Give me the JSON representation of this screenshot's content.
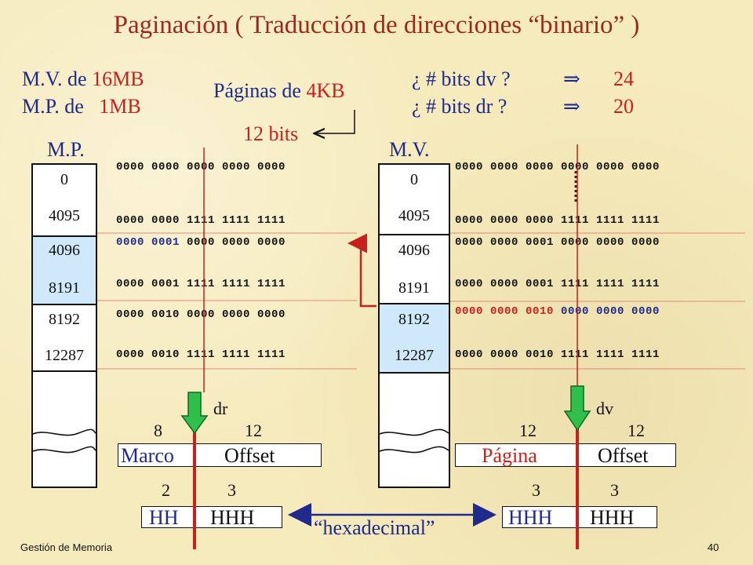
{
  "title": "Paginación ( Traducción de direcciones “binario” )",
  "left_info": {
    "mv_prefix": "M.V. de ",
    "mv_value": "16MB",
    "mp_prefix": "M.P. de ",
    "mp_value": "1MB"
  },
  "pages_info": {
    "prefix": "Páginas de ",
    "value": "4KB",
    "bits": "12 bits"
  },
  "right_info": {
    "q_dv": "¿ # bits dv ?",
    "q_dr": "¿ # bits dr ?",
    "arrow": "⇒",
    "ans_dv": "24",
    "ans_dr": "20"
  },
  "mp": {
    "label": "M.P.",
    "cells": [
      "0",
      "4095",
      "4096",
      "8191",
      "8192",
      "12287"
    ],
    "binary": {
      "b0": "0000 0000 0000 0000 0000",
      "b4095": "0000 0000 1111 1111 1111",
      "b4096_a": "0000 0001",
      "b4096_b": " 0000 0000 0000",
      "b8191": "0000 0001 1111 1111 1111",
      "b8192": "0000 0010 0000 0000 0000",
      "b12287": "0000 0010 1111 1111 1111"
    }
  },
  "mv": {
    "label": "M.V.",
    "cells": [
      "0",
      "4095",
      "4096",
      "8191",
      "8192",
      "12287"
    ],
    "binary": {
      "b0": "0000 0000 0000 0000 0000 0000",
      "b4095": "0000 0000 0000 1111 1111 1111",
      "b4096": "0000 0000 0001 0000 0000 0000",
      "b8191": "0000 0000 0001 1111 1111 1111",
      "b8192_a": "0000 0000 0010",
      "b8192_b": " 0000 0000 0000",
      "b12287": "0000 0000 0010 1111 1111 1111"
    }
  },
  "dr": {
    "label": "dr",
    "bits_left": "8",
    "bits_right": "12",
    "field_left": "Marco",
    "field_right": "Offset",
    "hex_left_count": "2",
    "hex_right_count": "3",
    "hex_left": "HH",
    "hex_right": "HHH"
  },
  "dv": {
    "label": "dv",
    "bits_left": "12",
    "bits_right": "12",
    "field_left": "Página",
    "field_right": "Offset",
    "hex_left_count": "3",
    "hex_right_count": "3",
    "hex_left": "HHH",
    "hex_right": "HHH"
  },
  "hex_label": "“hexadecimal”",
  "footer": {
    "left": "Gestión de Memoria",
    "page": "40"
  },
  "colors": {
    "background": "#f6ebbd",
    "title": "#9b2a1c",
    "accent_red": "#c8201c",
    "navy": "#1f2a8c",
    "highlight": "#cfe9fb",
    "arrow_green": "#2fbf4a"
  }
}
